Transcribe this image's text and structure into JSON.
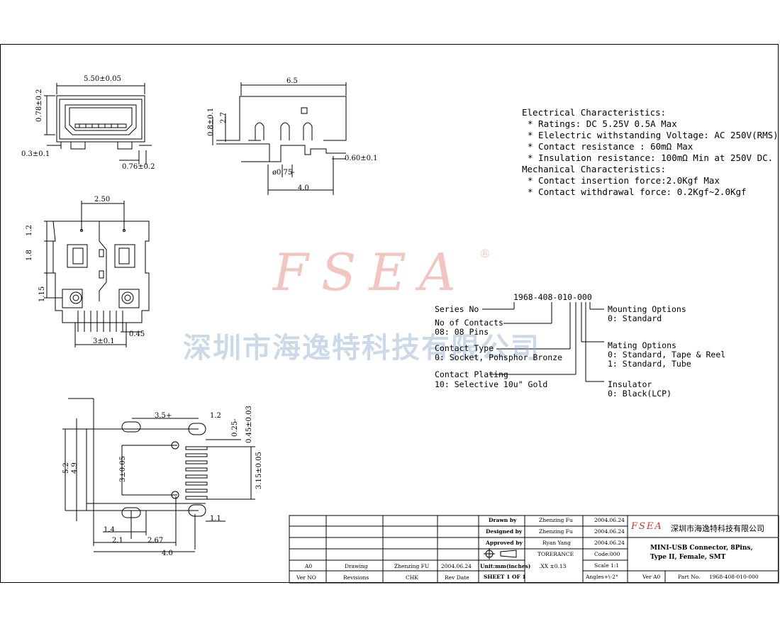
{
  "watermark": {
    "logo": "FSEA",
    "registered": "®",
    "company_cn": "深圳市海逸特科技有限公司"
  },
  "specs": {
    "electrical_title": "Electrical Characteristics:",
    "electrical": [
      "* Ratings: DC 5.25V 0.5A Max",
      "* Elelectric withstanding Voltage: AC 250V(RMS)",
      "* Contact resistance : 60mΩ Max",
      "* Insulation resistance: 100mΩ Min at 250V DC."
    ],
    "mechanical_title": "Mechanical Characteristics:",
    "mechanical": [
      "* Contact insertion force:2.0Kgf Max",
      "* Contact withdrawal force: 0.2Kgf~2.0Kgf"
    ]
  },
  "part_number": {
    "code": "1968-408-010-000",
    "series_no": "Series No",
    "contacts_title": "No of Contacts",
    "contacts_value": "08: 08 Pins",
    "contact_type_title": "Contact Type",
    "contact_type_value": "0: Socket, Pohsphor Bronze",
    "plating_title": "Contact Plating",
    "plating_value": "10: Selective 10u\" Gold",
    "mounting_title": "Mounting Options",
    "mounting_value": "0: Standard",
    "mating_title": "Mating Options",
    "mating_values": [
      "0: Standard, Tape & Reel",
      "1: Standard, Tube"
    ],
    "insulator_title": "Insulator",
    "insulator_value": "0: Black(LCP)"
  },
  "dimensions": {
    "front_width": "5.50±0.05",
    "front_height": "0.78±0.2",
    "front_left": "0.3±0.1",
    "front_right": "0.76±0.2",
    "side_length": "6.5",
    "side_h1": "0.8±0.1",
    "side_h2": "2.7",
    "side_pin": "0.60±0.1",
    "side_dia": "ø0.75-",
    "side_base": "4.0",
    "top_pitch": "2.50",
    "top_d1": "1.2",
    "top_d2": "1.8",
    "top_d3": "1.15",
    "top_pinw": "0.45",
    "top_span": "3±0.1",
    "pcb_35": "3.5+",
    "pcb_12": "1.2",
    "pcb_025": "0.25-",
    "pcb_045": "0.45±0.03",
    "pcb_52": "5.2",
    "pcb_49": "4.9",
    "pcb_3": "3±0.05",
    "pcb_315": "3.15±0.05",
    "pcb_14": "1.4",
    "pcb_21": "2.1",
    "pcb_267": "2.67",
    "pcb_40": "4.0",
    "pcb_11": "1.1"
  },
  "title_block": {
    "drawn_label": "Drawn by",
    "drawn_name": "Zhenzing Fu",
    "drawn_date": "2004.06.24",
    "designed_label": "Designed by",
    "designed_name": "Zhenzing Fu",
    "designed_date": "2004.06.24",
    "approved_label": "Approved by",
    "approved_name": "Ryan Yang",
    "approved_date": "2004.06.24",
    "tolerance_label": "TORERANCE",
    "code_label": "Code:000",
    "unit_label": "Unit:mm(inches)",
    "tol_value": ".XX  ±0.13",
    "scale_label": "Scale 1:1",
    "sheet_label": "SHEET 1 OF 1",
    "angles_label": "Angles+\\-2°",
    "rev_a0": "A0",
    "rev_drawing": "Drawing",
    "rev_by": "Zhenzing FU",
    "rev_date": "2004.06.24",
    "h_ver": "Ver NO",
    "h_revisions": "Revisions",
    "h_chk": "CHK",
    "h_revdate": "Rev Date",
    "logo": "FSEA",
    "company": "深圳市海逸特科技有限公司",
    "desc1": "MINI-USB Connector, 8Pins,",
    "desc2": "Type II, Female, SMT",
    "ver_label": "Ver A0",
    "part_label": "Part No.",
    "part_no": "1968-408-010-000"
  }
}
